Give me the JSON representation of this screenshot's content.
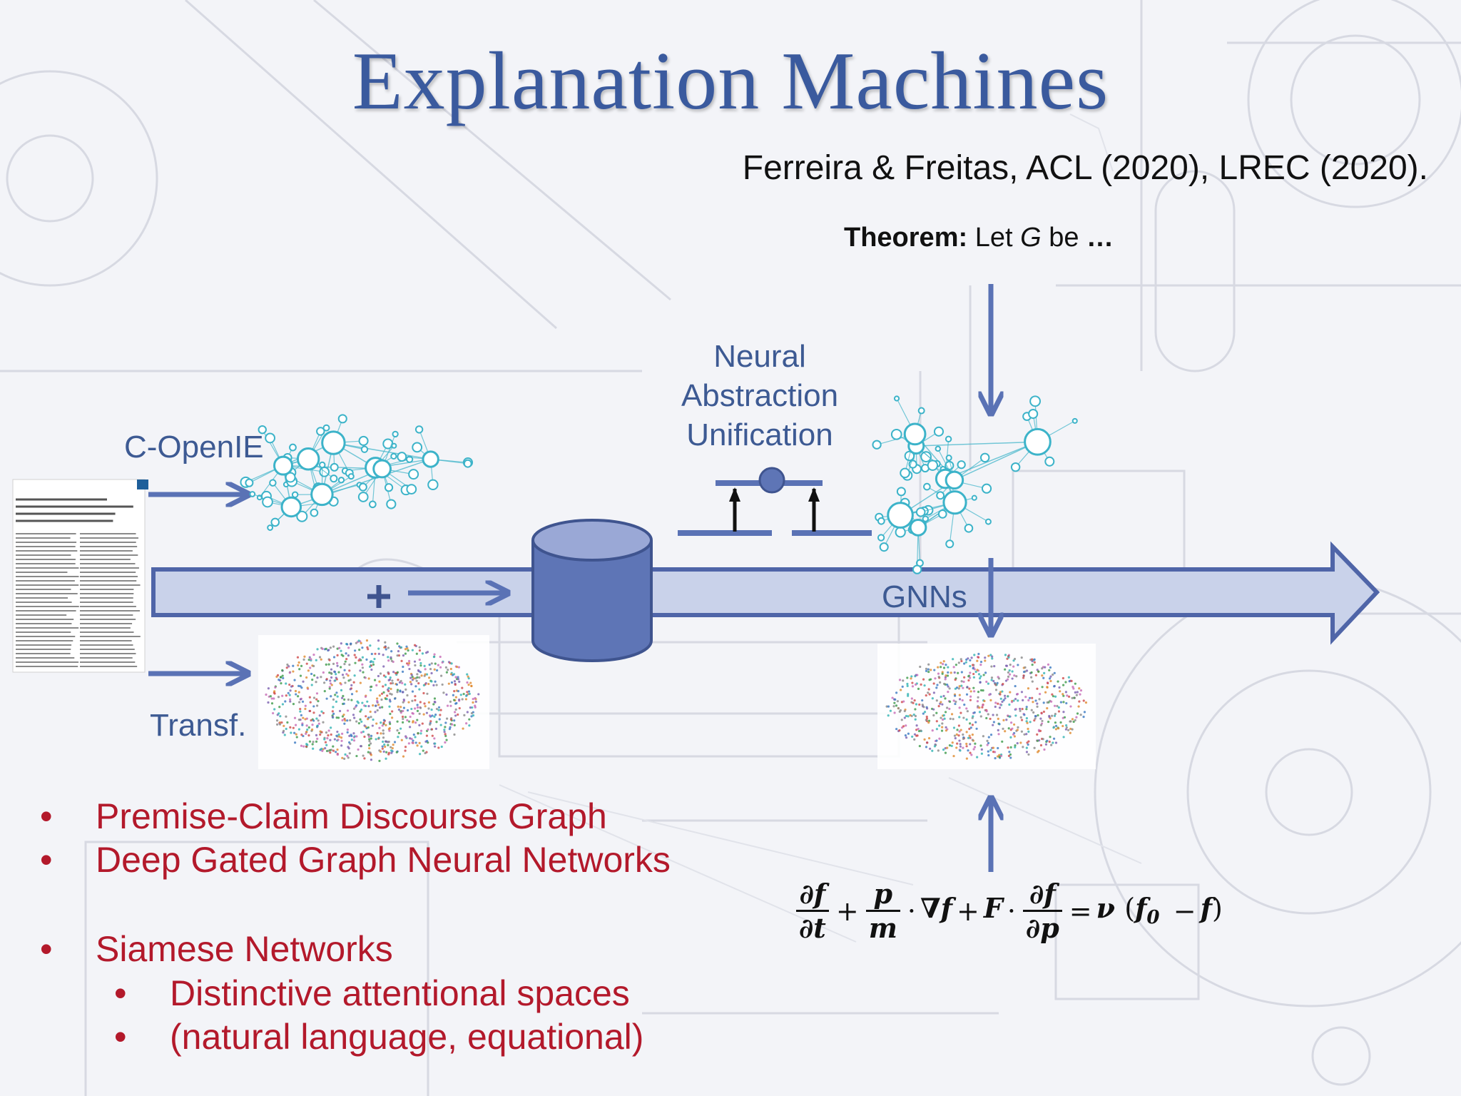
{
  "slide": {
    "title": "Explanation Machines",
    "citation": "Ferreira & Freitas, ACL (2020), LREC (2020).",
    "theorem_label": "Theorem:",
    "theorem_text": "Let G be …"
  },
  "diagram": {
    "c_openie": "C-OpenIE",
    "transf": "Transf.",
    "nau_lines": [
      "Neural",
      "Abstraction",
      "Unification"
    ],
    "gnns": "GNNs",
    "plus": "+"
  },
  "bullets": [
    {
      "text": "Premise-Claim Discourse Graph",
      "level": 1
    },
    {
      "text": "Deep Gated Graph Neural Networks",
      "level": 1
    },
    {
      "text": "Siamese Networks",
      "level": 1
    },
    {
      "text": "Distinctive attentional spaces",
      "level": 2
    },
    {
      "text": "(natural language, equational)",
      "level": 2
    }
  ],
  "bullet_marker": "•",
  "colors": {
    "title": "#3a5a9e",
    "arrow": "#5a72b5",
    "band": "#c9d2ea",
    "cylinder": "#5e75b6",
    "network": "#3cb3c9",
    "bullets": "#b3192b",
    "label": "#3d5a93"
  },
  "icons": {
    "paper": "paper-thumbnail-icon",
    "network": "network-graph-icon",
    "scatter": "embedding-scatter-icon",
    "database": "database-cylinder-icon",
    "balance": "balance-icon"
  }
}
